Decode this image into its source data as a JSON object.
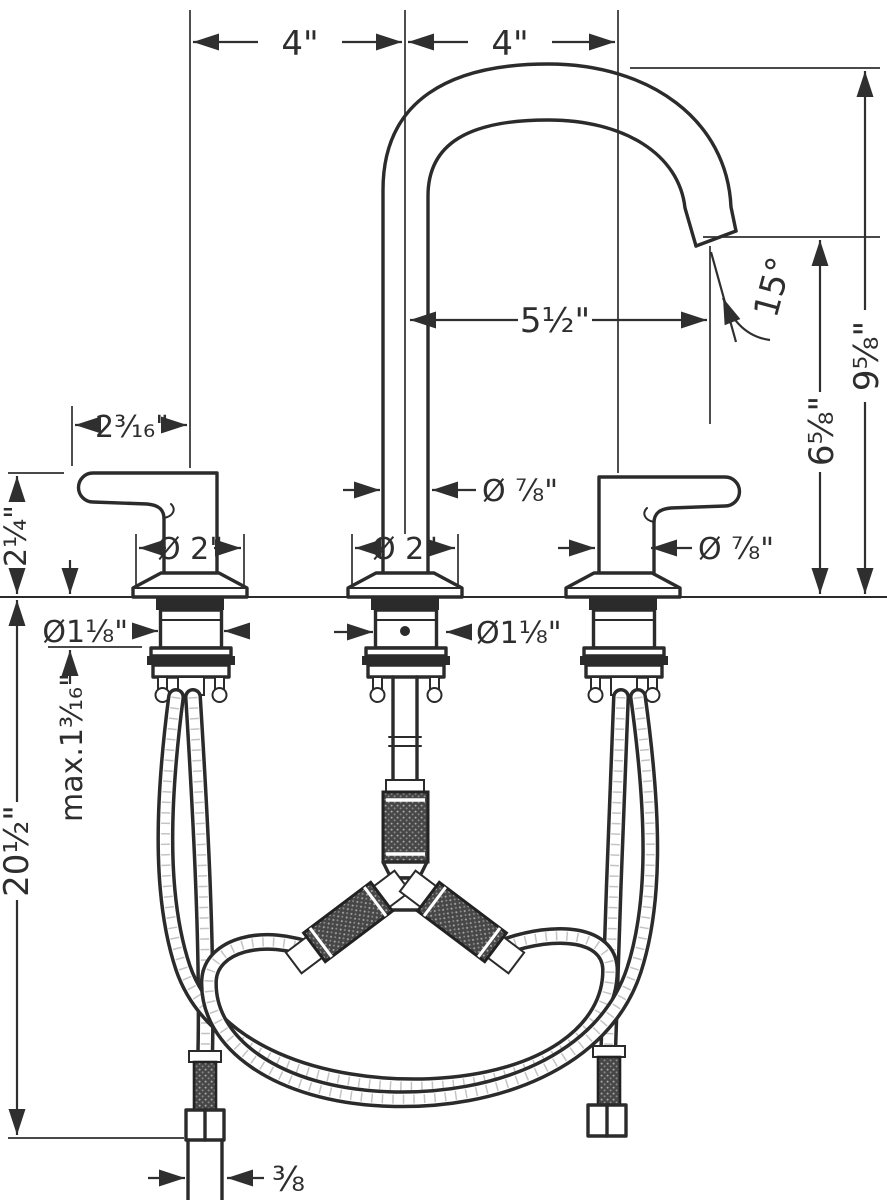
{
  "drawing": {
    "type": "technical-dimension-drawing",
    "subject": "3-hole widespread basin faucet with gooseneck spout and flexible supply hoses",
    "units": "inches",
    "line_color": "#2b2b2b",
    "dimension_color": "#2e2e2e",
    "background": "#ffffff"
  },
  "dims": {
    "spacing_left": "4\"",
    "spacing_right": "4\"",
    "handle_reach": "2³⁄₁₆\"",
    "handle_height": "2¼\"",
    "escutcheon_left": "Ø 2\"",
    "escutcheon_center": "Ø 2\"",
    "spout_pipe": "Ø ⅞\"",
    "handle_stem": "Ø ⅞\"",
    "shank_left": "Ø1⅛\"",
    "shank_center": "Ø1⅛\"",
    "spout_reach": "5½\"",
    "spout_angle": "15°",
    "outlet_height": "6⅝\"",
    "total_height": "9⅝\"",
    "hose_length": "20½\"",
    "max_deck_thickness": "max.1³⁄₁₆\"",
    "supply_thread": "⅜"
  }
}
